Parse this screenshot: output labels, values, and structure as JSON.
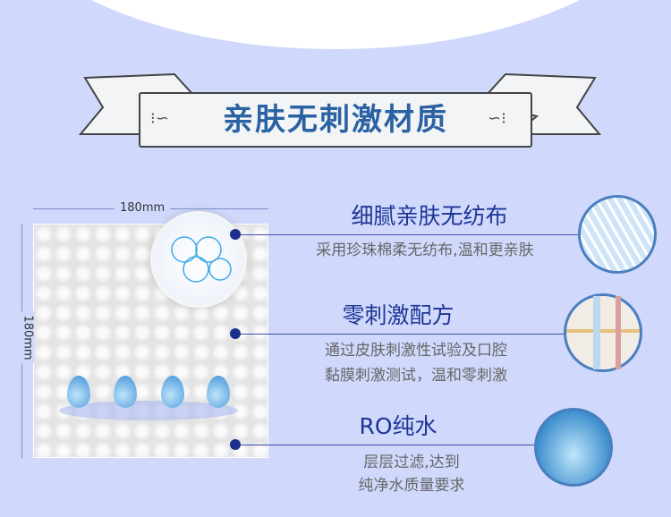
{
  "title": "亲肤无刺激材质",
  "dimensions": {
    "width": "180mm",
    "height": "180mm"
  },
  "features": [
    {
      "heading": "细腻亲肤无纺布",
      "desc": [
        "采用珍珠棉柔无纺布,温和更亲肤"
      ],
      "icon": "fiber-closeup-icon"
    },
    {
      "heading": "零刺激配方",
      "desc": [
        "通过皮肤刺激性试验及口腔",
        "黏膜刺激测试，温和零刺激"
      ],
      "icon": "test-tube-icon"
    },
    {
      "heading": "RO纯水",
      "desc": [
        "层层过滤,达到",
        "纯净水质量要求"
      ],
      "icon": "water-drop-icon"
    }
  ],
  "colors": {
    "background": "#d0d9fc",
    "title": "#2a62a3",
    "heading": "#1e3596",
    "text": "#666666"
  }
}
